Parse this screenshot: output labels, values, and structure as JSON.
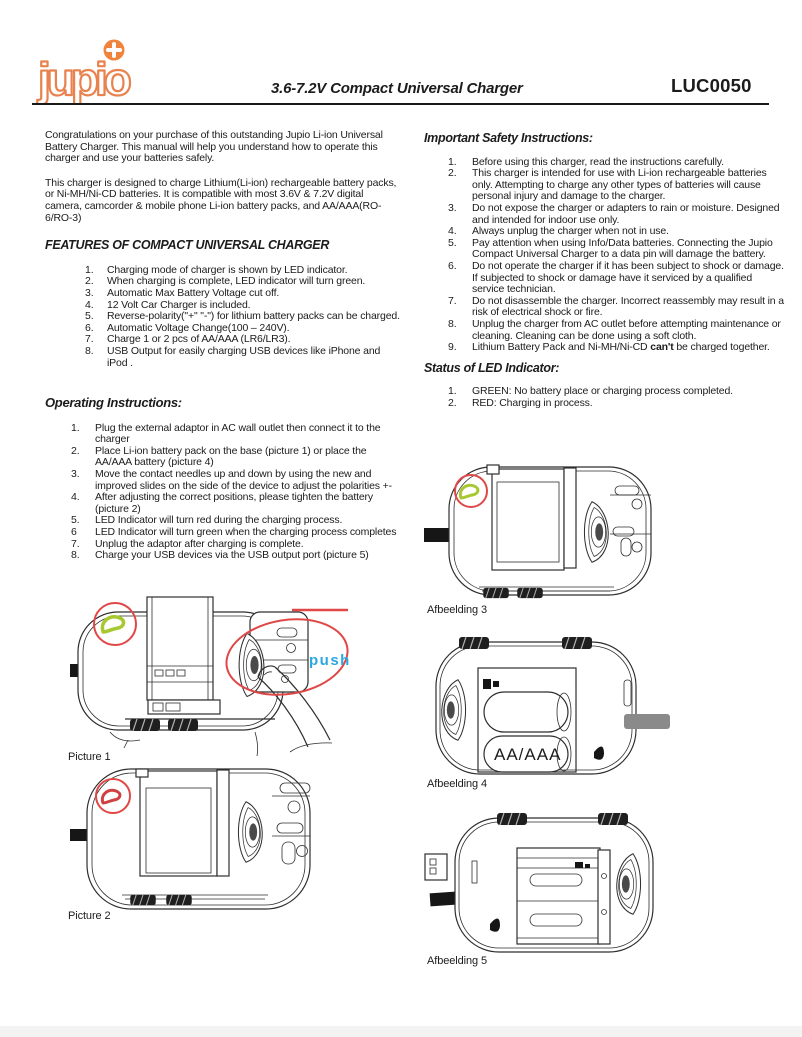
{
  "header": {
    "logo_text": "jupio",
    "title": "3.6-7.2V Compact Universal Charger",
    "model": "LUC0050"
  },
  "left": {
    "intro1": "Congratulations on your purchase of this outstanding Jupio Li-ion Universal Battery Charger. This manual will help you understand how to operate this charger and use your batteries safely.",
    "intro2": "This charger is designed to charge Lithium(Li-ion) rechargeable battery packs, or Ni-MH/Ni-CD batteries.  It is compatible with most 3.6V & 7.2V digital camera, camcorder & mobile phone Li-ion battery packs, and AA/AAA(RO-6/RO-3)",
    "features": {
      "heading": "FEATURES OF COMPACT UNIVERSAL CHARGER",
      "items": [
        {
          "num": "1.",
          "text": "Charging mode of charger is shown by LED indicator."
        },
        {
          "num": "2.",
          "text": "When charging is complete, LED indicator will turn green."
        },
        {
          "num": "3.",
          "text": "Automatic Max Battery Voltage cut off."
        },
        {
          "num": "4.",
          "text": "12 Volt Car Charger is included."
        },
        {
          "num": "5.",
          "text": "Reverse-polarity(\"+\" \"-\") for lithium battery packs can be charged."
        },
        {
          "num": "6.",
          "text": "Automatic Voltage Change(100 – 240V)."
        },
        {
          "num": "7.",
          "text": "Charge 1 or 2 pcs of AA/AAA (LR6/LR3)."
        },
        {
          "num": "8.",
          "text": "USB Output for easily charging USB devices like iPhone and iPod ."
        }
      ]
    },
    "operating": {
      "heading": "Operating Instructions:",
      "items": [
        {
          "num": "1.",
          "text": "Plug the external adaptor in AC wall outlet then connect it to the charger"
        },
        {
          "num": "2.",
          "text": "Place Li-ion battery pack on the base (picture 1)  or place the AA/AAA battery (picture 4)"
        },
        {
          "num": "3.",
          "text": "Move the contact needles up and down by using the new and improved slides on the side of the device to adjust the polarities +-"
        },
        {
          "num": "4.",
          "text": "After adjusting the correct positions, please tighten the battery (picture 2)"
        },
        {
          "num": "5.",
          "text": "LED Indicator will turn red  during the charging process."
        },
        {
          "num": "6",
          "text": "LED Indicator will turn green when the charging process completes"
        },
        {
          "num": "7.",
          "text": "Unplug the adaptor after charging is complete."
        },
        {
          "num": "8.",
          "text": "Charge your USB devices via the USB output port (picture 5)"
        }
      ]
    },
    "pictures": {
      "p1_label": "Picture 1",
      "p2_label": "Picture 2",
      "push": "push"
    }
  },
  "right": {
    "safety": {
      "heading": "Important Safety Instructions:",
      "items": [
        {
          "num": "1.",
          "text": "Before using this charger, read the instructions carefully."
        },
        {
          "num": "2.",
          "text": "This charger is intended for use with Li-ion rechargeable batteries only. Attempting to charge any other types of batteries will cause personal injury and damage to the charger."
        },
        {
          "num": "3.",
          "text": "Do not expose the charger or adapters to rain or moisture. Designed and intended for indoor use only."
        },
        {
          "num": "4.",
          "text": "Always unplug the charger when not in use."
        },
        {
          "num": "5.",
          "text": "Pay attention when using Info/Data batteries. Connecting the Jupio Compact Universal Charger to a data pin will damage the battery."
        },
        {
          "num": "6.",
          "text": "Do not operate the charger if it has been subject to shock or damage.  If subjected to shock or damage have it serviced by a qualified service technician."
        },
        {
          "num": "7.",
          "text": "Do not disassemble the charger. Incorrect reassembly may result in a risk of electrical shock or fire."
        },
        {
          "num": "8.",
          "text": "Unplug the charger from AC outlet before attempting maintenance or cleaning. Cleaning can be done using a soft cloth."
        },
        {
          "num": "9.",
          "text": "Lithium Battery Pack and Ni-MH/Ni-CD ",
          "bold": "can't",
          "after": " be charged together."
        }
      ]
    },
    "led": {
      "heading": "Status of LED Indicator:",
      "items": [
        {
          "num": "1.",
          "text": "GREEN:  No battery place or charging process completed."
        },
        {
          "num": "2.",
          "text": "RED:  Charging in process."
        }
      ]
    },
    "figures": {
      "f3_label": "Afbeelding 3",
      "f4_label": "Afbeelding 4",
      "f5_label": "Afbeelding 5",
      "battery_label": "AA/AAA"
    }
  },
  "colors": {
    "logo_orange": "#E8824E",
    "logo_badge_orange": "#F0843C",
    "annotation_red": "#E04848",
    "led_green": "#A8C832",
    "led_red": "#D04040",
    "push_cyan": "#2BA8DF"
  }
}
